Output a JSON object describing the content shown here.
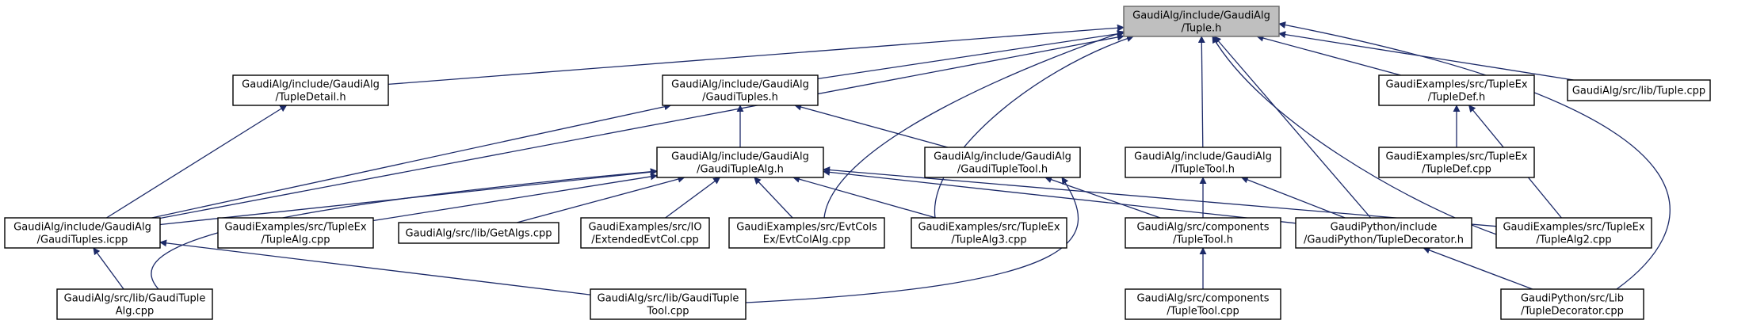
{
  "nodes": [
    {
      "id": "tuple_h",
      "lines": [
        "GaudiAlg/include/GaudiAlg",
        "/Tuple.h"
      ],
      "root": true
    },
    {
      "id": "tupledetail_h",
      "lines": [
        "GaudiAlg/include/GaudiAlg",
        "/TupleDetail.h"
      ]
    },
    {
      "id": "gaudituples_h",
      "lines": [
        "GaudiAlg/include/GaudiAlg",
        "/GaudiTuples.h"
      ]
    },
    {
      "id": "tupledef_h",
      "lines": [
        "GaudiExamples/src/TupleEx",
        "/TupleDef.h"
      ]
    },
    {
      "id": "lib_tuple_cpp",
      "lines": [
        "GaudiAlg/src/lib/Tuple.cpp"
      ]
    },
    {
      "id": "gaudituplealg_h",
      "lines": [
        "GaudiAlg/include/GaudiAlg",
        "/GaudiTupleAlg.h"
      ]
    },
    {
      "id": "gaudituplestool_h",
      "lines": [
        "GaudiAlg/include/GaudiAlg",
        "/GaudiTupleTool.h"
      ]
    },
    {
      "id": "ituplestool_h",
      "lines": [
        "GaudiAlg/include/GaudiAlg",
        "/ITupleTool.h"
      ]
    },
    {
      "id": "tupledef_cpp",
      "lines": [
        "GaudiExamples/src/TupleEx",
        "/TupleDef.cpp"
      ]
    },
    {
      "id": "gaudituples_icpp",
      "lines": [
        "GaudiAlg/include/GaudiAlg",
        "/GaudiTuples.icpp"
      ]
    },
    {
      "id": "tuplealg_cpp",
      "lines": [
        "GaudiExamples/src/TupleEx",
        "/TupleAlg.cpp"
      ]
    },
    {
      "id": "getalgs_cpp",
      "lines": [
        "GaudiAlg/src/lib/GetAlgs.cpp"
      ]
    },
    {
      "id": "extendedevtcol_cpp",
      "lines": [
        "GaudiExamples/src/IO",
        "/ExtendedEvtCol.cpp"
      ]
    },
    {
      "id": "evtcolalg_cpp",
      "lines": [
        "GaudiExamples/src/EvtCols",
        "Ex/EvtColAlg.cpp"
      ]
    },
    {
      "id": "tuplealg3_cpp",
      "lines": [
        "GaudiExamples/src/TupleEx",
        "/TupleAlg3.cpp"
      ]
    },
    {
      "id": "components_tupletool_h",
      "lines": [
        "GaudiAlg/src/components",
        "/TupleTool.h"
      ]
    },
    {
      "id": "tupledecorator_h",
      "lines": [
        "GaudiPython/include",
        "/GaudiPython/TupleDecorator.h"
      ]
    },
    {
      "id": "tuplealg2_cpp",
      "lines": [
        "GaudiExamples/src/TupleEx",
        "/TupleAlg2.cpp"
      ]
    },
    {
      "id": "gaudituplealg_cpp",
      "lines": [
        "GaudiAlg/src/lib/GaudiTuple",
        "Alg.cpp"
      ]
    },
    {
      "id": "gauditupletool_cpp",
      "lines": [
        "GaudiAlg/src/lib/GaudiTuple",
        "Tool.cpp"
      ]
    },
    {
      "id": "components_tupletool_cpp",
      "lines": [
        "GaudiAlg/src/components",
        "/TupleTool.cpp"
      ]
    },
    {
      "id": "tupledecorator_cpp",
      "lines": [
        "GaudiPython/src/Lib",
        "/TupleDecorator.cpp"
      ]
    }
  ],
  "edges": [
    [
      "tupledetail_h",
      "tuple_h"
    ],
    [
      "gaudituples_h",
      "tuple_h"
    ],
    [
      "gaudituples_icpp",
      "tuple_h"
    ],
    [
      "evtcolalg_cpp",
      "tuple_h"
    ],
    [
      "tuplealg3_cpp",
      "tuple_h"
    ],
    [
      "ituplestool_h",
      "tuple_h"
    ],
    [
      "tupledecorator_h",
      "tuple_h"
    ],
    [
      "tuplealg2_cpp",
      "tuple_h"
    ],
    [
      "tupledef_h",
      "tuple_h"
    ],
    [
      "lib_tuple_cpp",
      "tuple_h"
    ],
    [
      "tupledecorator_cpp",
      "tuple_h"
    ],
    [
      "gaudituples_icpp",
      "tupledetail_h"
    ],
    [
      "gaudituplealg_h",
      "gaudituples_h"
    ],
    [
      "gauditupletool_h",
      "gaudituples_h"
    ],
    [
      "gaudituples_icpp",
      "gaudituples_h"
    ],
    [
      "tupledef_cpp",
      "tupledef_h"
    ],
    [
      "tuplealg2_cpp",
      "tupledef_h"
    ],
    [
      "gaudituples_icpp",
      "gaudituplealg_h"
    ],
    [
      "tuplealg_cpp",
      "gaudituplealg_h"
    ],
    [
      "getalgs_cpp",
      "gaudituplealg_h"
    ],
    [
      "extendedevtcol_cpp",
      "gaudituplealg_h"
    ],
    [
      "evtcolalg_cpp",
      "gaudituplealg_h"
    ],
    [
      "tuplealg3_cpp",
      "gaudituplealg_h"
    ],
    [
      "tuplealg2_cpp",
      "gaudituplealg_h"
    ],
    [
      "tupledecorator_h",
      "gaudituplealg_h"
    ],
    [
      "gaudituplealg_cpp",
      "gaudituplealg_h"
    ],
    [
      "components_tupletool_h",
      "gauditupletool_h"
    ],
    [
      "gauditupletool_cpp",
      "gauditupletool_h"
    ],
    [
      "components_tupletool_h",
      "ituplestool_h"
    ],
    [
      "tupledecorator_h",
      "ituplestool_h"
    ],
    [
      "gaudituplealg_cpp",
      "gaudituples_icpp"
    ],
    [
      "gauditupletool_cpp",
      "gaudituples_icpp"
    ],
    [
      "components_tupletool_cpp",
      "components_tupletool_h"
    ],
    [
      "tupledecorator_cpp",
      "tupledecorator_h"
    ]
  ]
}
